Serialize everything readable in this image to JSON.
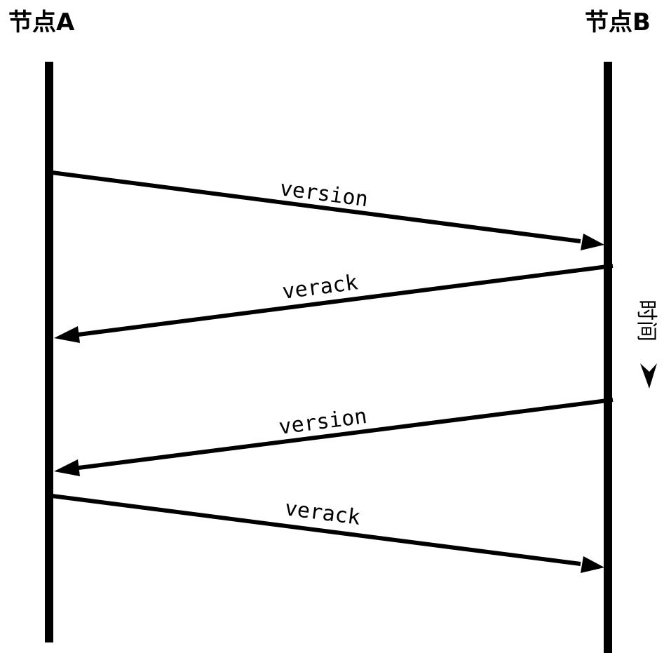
{
  "nodes": {
    "a": {
      "label": "节点A"
    },
    "b": {
      "label": "节点B"
    }
  },
  "messages": [
    {
      "label": "version",
      "from": "a",
      "to": "b"
    },
    {
      "label": "verack",
      "from": "b",
      "to": "a"
    },
    {
      "label": "version",
      "from": "b",
      "to": "a"
    },
    {
      "label": "verack",
      "from": "a",
      "to": "b"
    }
  ],
  "time_axis": {
    "label": "时间"
  },
  "colors": {
    "line": "#000000",
    "background": "#ffffff"
  }
}
